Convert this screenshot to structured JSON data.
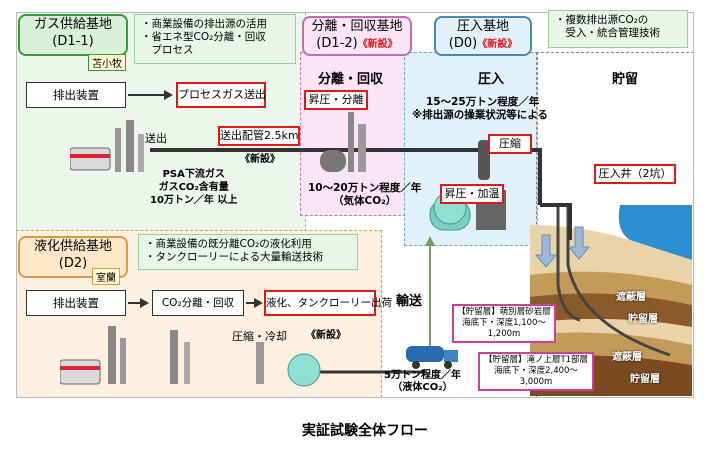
{
  "gas_base": {
    "title": "ガス供給基地",
    "code": "(D1-1)",
    "tag": "苫小牧"
  },
  "gas_note": {
    "line1": "・商業設備の排出源の活用",
    "line2": "・省エネ型CO₂分離・回収",
    "line3": "　プロセス"
  },
  "sep_base": {
    "title": "分離・回収基地",
    "code": "(D1-2)",
    "new": "《新設》"
  },
  "inj_base": {
    "title": "圧入基地",
    "code": "(D0)",
    "new": "《新設》"
  },
  "inj_note": {
    "line1": "・複数排出源CO₂の",
    "line2": "　受入・統合管理技術"
  },
  "sections": {
    "separation": "分離・回収",
    "injection": "圧入",
    "storage": "貯留",
    "transport": "輸送"
  },
  "top_flow": {
    "exhaust": "排出装置",
    "process_gas": "プロセスガス送出",
    "send": "送出",
    "pipe": "送出配管2.5km",
    "pipe_new": "《新設》"
  },
  "psa": {
    "line1": "PSA下流ガス",
    "line2": "ガスCO₂含有量",
    "line3": "10万トン／年 以上"
  },
  "sep_box": "昇圧・分離",
  "sep_amount": {
    "line1": "10～20万トン程度／年",
    "line2": "（気体CO₂）"
  },
  "inj_amount": {
    "line1": "15～25万トン程度／年",
    "line2": "※排出源の操業状況等による"
  },
  "compress": "圧縮",
  "boost_heat": "昇圧・加温",
  "well": "圧入井（2坑）",
  "liq_base": {
    "title": "液化供給基地",
    "code": "(D2)",
    "tag": "室蘭"
  },
  "liq_note": {
    "line1": "・商業設備の既分離CO₂の液化利用",
    "line2": "・タンクローリーによる大量輸送技術"
  },
  "bottom_flow": {
    "exhaust": "排出装置",
    "separate": "CO₂分離・回収",
    "liquefy": "液化、タンクローリー出荷",
    "compress_cool": "圧縮・冷却",
    "new": "《新設》"
  },
  "truck": {
    "amount1": "5万トン程度／年",
    "amount2": "（液体CO₂）"
  },
  "layers": {
    "upper": {
      "line1": "【貯留層】萌別層砂岩層",
      "line2": "海底下・深度1,100～1,200m"
    },
    "lower": {
      "line1": "【貯留層】滝ノ上層T1部層",
      "line2": "海底下・深度2,400～3,000m"
    }
  },
  "strata": {
    "seal1": "遮蔽層",
    "res1": "貯留層",
    "seal2": "遮蔽層",
    "res2": "貯留層"
  },
  "caption": "実証試験全体フロー"
}
